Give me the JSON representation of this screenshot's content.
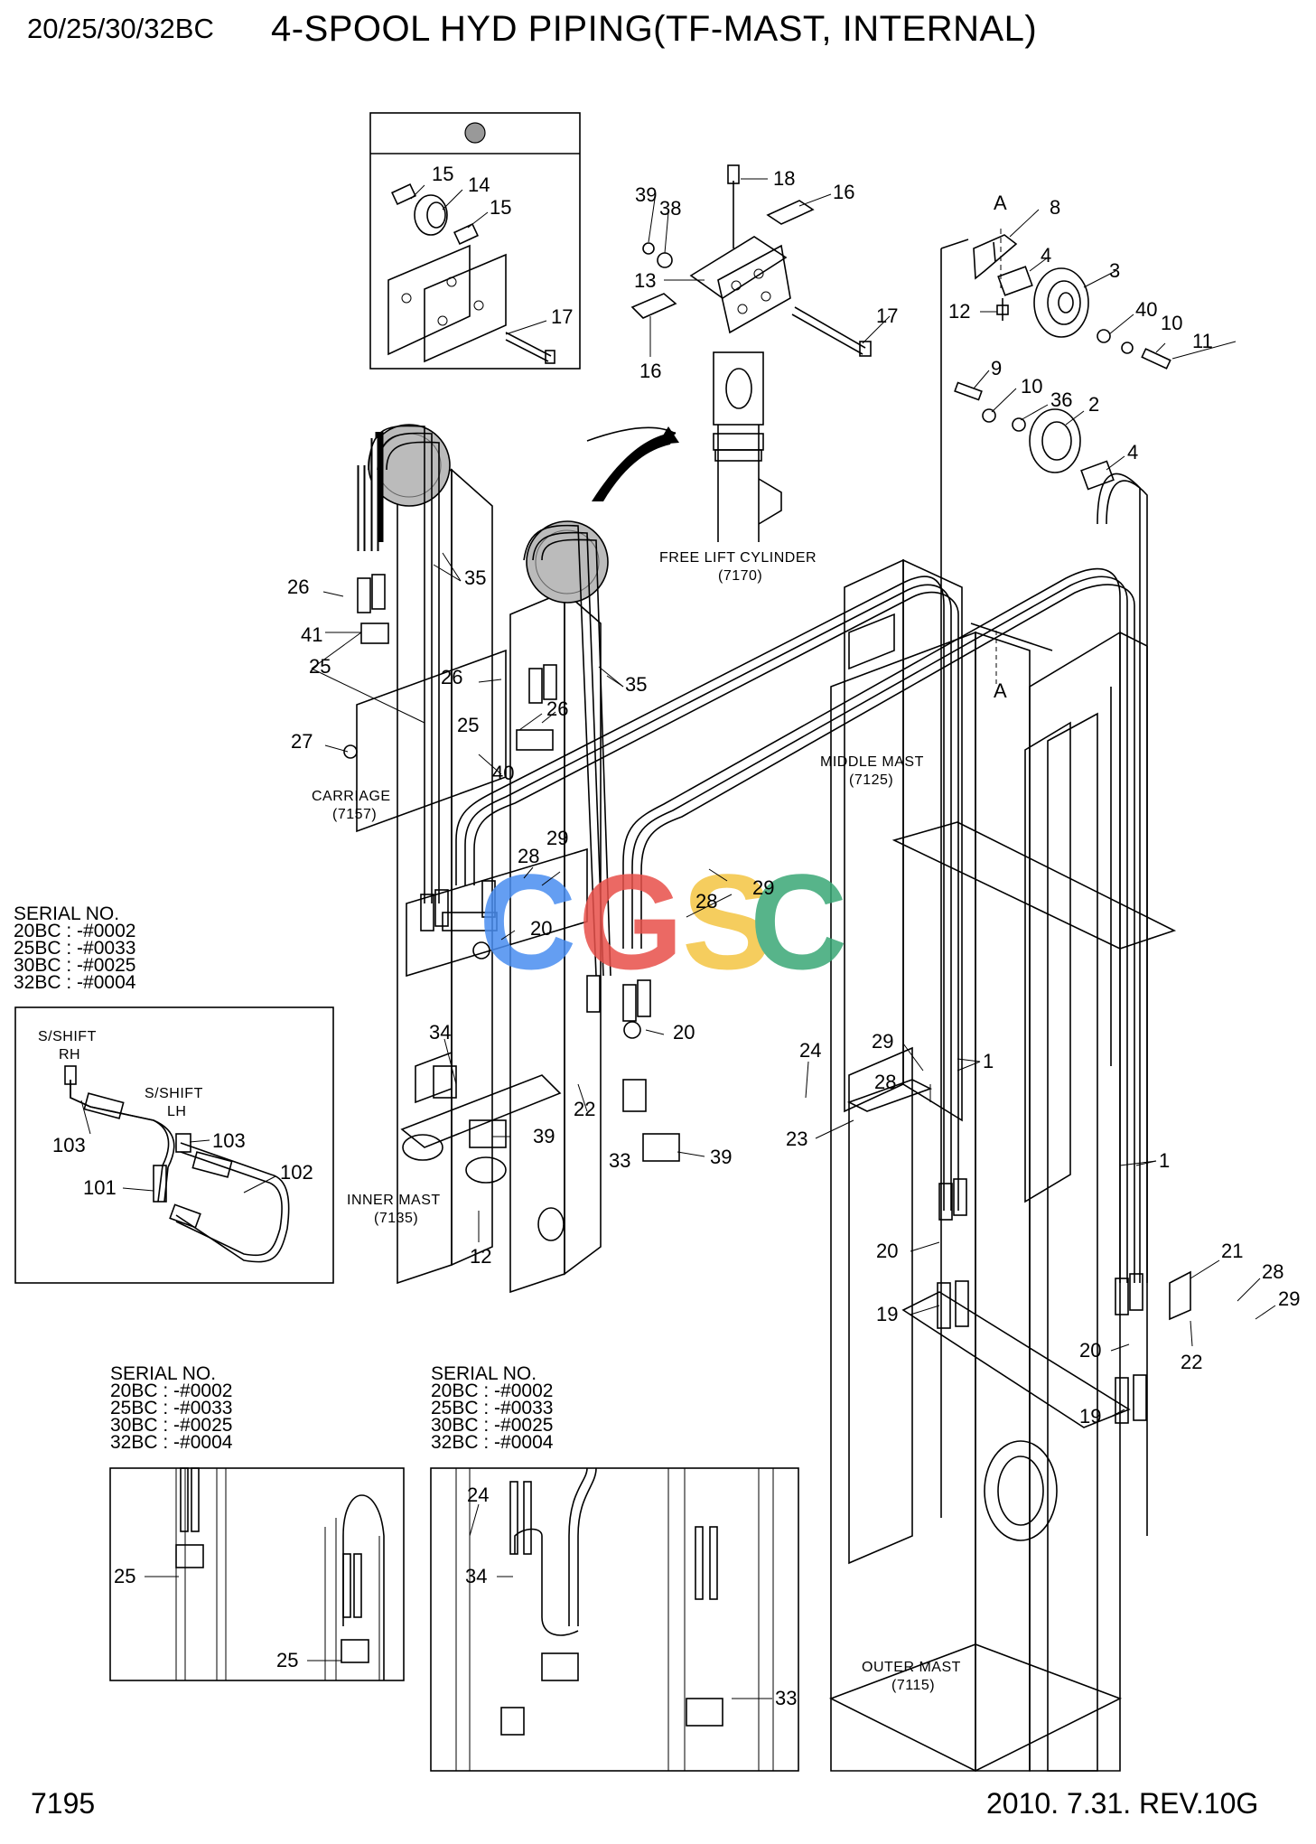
{
  "header": {
    "model": "20/25/30/32BC",
    "title": "4-SPOOL HYD PIPING(TF-MAST, INTERNAL)"
  },
  "footer": {
    "page_number": "7195",
    "revision": "2010. 7.31.  REV.10G"
  },
  "captions": {
    "free_lift_cylinder": "FREE LIFT CYLINDER",
    "free_lift_cylinder_code": "(7170)",
    "middle_mast": "MIDDLE MAST",
    "middle_mast_code": "(7125)",
    "carriage": "CARRIAGE",
    "carriage_code": "(7157)",
    "inner_mast": "INNER MAST",
    "inner_mast_code": "(7135)",
    "outer_mast": "OUTER MAST",
    "outer_mast_code": "(7115)",
    "view_mark_top": "A",
    "view_mark_bottom": "A",
    "sideshift_rh": "S/SHIFT",
    "sideshift_rh_sub": "RH",
    "sideshift_lh": "S/SHIFT",
    "sideshift_lh_sub": "LH"
  },
  "serial_blocks": [
    {
      "heading": "SERIAL NO.",
      "lines": [
        "20BC : -#0002",
        "25BC : -#0033",
        "30BC : -#0025",
        "32BC : -#0004"
      ]
    },
    {
      "heading": "SERIAL NO.",
      "lines": [
        "20BC : -#0002",
        "25BC : -#0033",
        "30BC : -#0025",
        "32BC : -#0004"
      ]
    },
    {
      "heading": "SERIAL NO.",
      "lines": [
        "20BC : -#0002",
        "25BC : -#0033",
        "30BC : -#0025",
        "32BC : -#0004"
      ]
    }
  ],
  "watermark": {
    "letters": [
      "C",
      "G",
      "S",
      "C"
    ],
    "colors": [
      "#4a8ef0",
      "#e8504a",
      "#f4c542",
      "#3aa876"
    ]
  },
  "callouts": [
    "15",
    "14",
    "15",
    "17",
    "18",
    "16",
    "39",
    "38",
    "13",
    "17",
    "16",
    "A",
    "8",
    "4",
    "3",
    "12",
    "40",
    "10",
    "11",
    "9",
    "10",
    "36",
    "2",
    "4",
    "26",
    "41",
    "25",
    "35",
    "26",
    "26",
    "25",
    "35",
    "27",
    "40",
    "28",
    "29",
    "20",
    "28",
    "29",
    "34",
    "20",
    "22",
    "39",
    "33",
    "39",
    "12",
    "24",
    "29",
    "1",
    "28",
    "23",
    "1",
    "20",
    "19",
    "21",
    "28",
    "29",
    "20",
    "22",
    "19",
    "103",
    "103",
    "101",
    "102",
    "25",
    "25",
    "24",
    "34",
    "33"
  ]
}
